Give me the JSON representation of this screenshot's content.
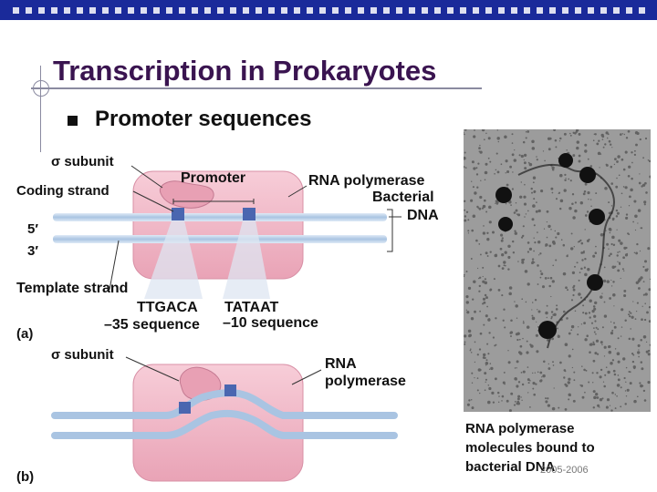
{
  "slide": {
    "title": "Transcription in Prokaryotes",
    "bullet": "Promoter sequences"
  },
  "diagram_a": {
    "sigma_label": "σ subunit",
    "promoter_label": "Promoter",
    "coding_strand_label": "Coding strand",
    "rna_polymerase_label": "RNA polymerase",
    "bacterial_label": "Bacterial",
    "dna_label": "DNA",
    "five_prime": "5′",
    "three_prime": "3′",
    "template_strand_label": "Template strand",
    "seq_35": "TTGACA",
    "seq_10": "TATAAT",
    "label_35": "–35 sequence",
    "label_10": "–10 sequence",
    "panel_label": "(a)"
  },
  "diagram_b": {
    "sigma_label": "σ subunit",
    "rna_label_1": "RNA",
    "rna_label_2": "polymerase",
    "panel_label": "(b)"
  },
  "micrograph": {
    "caption_line1": "RNA polymerase",
    "caption_line2": "molecules bound to",
    "caption_line3": "bacterial DNA",
    "copyright": "2005-2006"
  },
  "colors": {
    "title": "#3a1450",
    "topbar": "#1a2a9a",
    "polymerase": "#f2b8c6",
    "dna": "#bcd3ea",
    "promoter_box": "#4a66b0"
  }
}
